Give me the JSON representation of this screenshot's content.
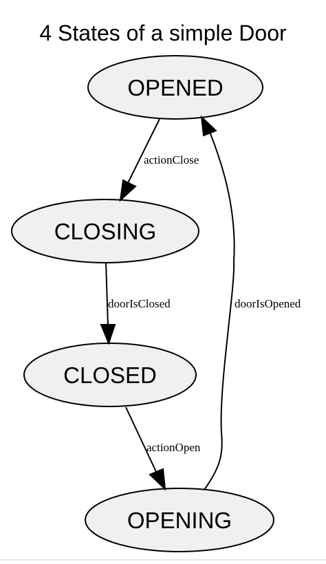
{
  "diagram": {
    "title": "4 States of a simple Door",
    "colors": {
      "node_fill": "#f0f0f0",
      "stroke": "#000000",
      "text": "#000000",
      "background": "#ffffff"
    },
    "states": [
      {
        "id": "opened",
        "label": "OPENED"
      },
      {
        "id": "closing",
        "label": "CLOSING"
      },
      {
        "id": "closed",
        "label": "CLOSED"
      },
      {
        "id": "opening",
        "label": "OPENING"
      }
    ],
    "transitions": [
      {
        "from": "opened",
        "to": "closing",
        "label": "actionClose"
      },
      {
        "from": "closing",
        "to": "closed",
        "label": "doorIsClosed"
      },
      {
        "from": "closed",
        "to": "opening",
        "label": "actionOpen"
      },
      {
        "from": "opening",
        "to": "opened",
        "label": "doorIsOpened"
      }
    ]
  }
}
